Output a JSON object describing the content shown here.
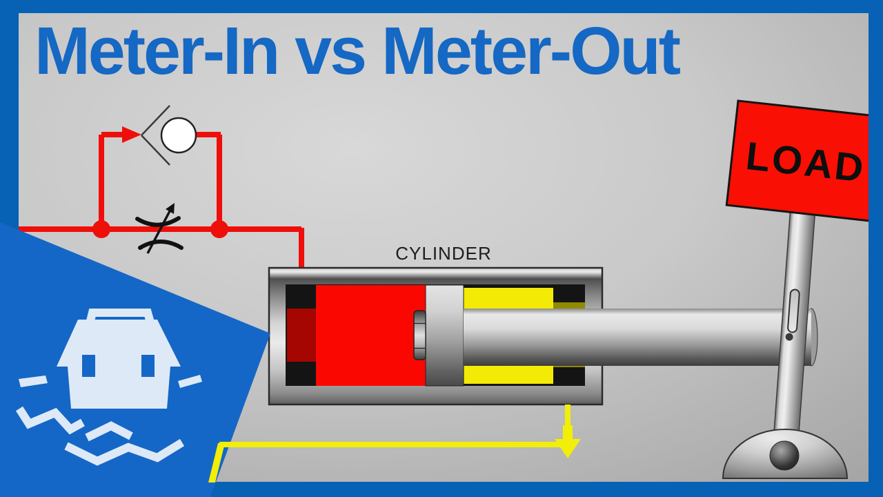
{
  "title": {
    "text": "Meter-In vs Meter-Out",
    "color": "#1568C3"
  },
  "frame": {
    "color": "#0761B4"
  },
  "scene": {
    "cylinder_label": "CYLINDER",
    "load_sign": {
      "label": "LOAD",
      "color": "#F90F04"
    },
    "circuit": {
      "supply_line_color": "#EE0F0B",
      "return_line_color": "#F2EE07",
      "check_valve_ball_color": "#FFFFFF",
      "check_valve_icon": "check-valve",
      "flow_control_icon": "variable-flow-control-valve",
      "supply_arrow_icon": "flow-arrow-right",
      "return_arrow_icon": "flow-arrow-down"
    },
    "fluid": {
      "pressure_side": "#FA0702",
      "pressure_side_dark": "#A50601",
      "return_side": "#F3EB05",
      "return_side_dark": "#8F8A00"
    }
  },
  "logo": {
    "icon": "toolbox-gear-logo",
    "wedge_color": "#1467C6",
    "glyph_color": "#DEE9F7"
  }
}
